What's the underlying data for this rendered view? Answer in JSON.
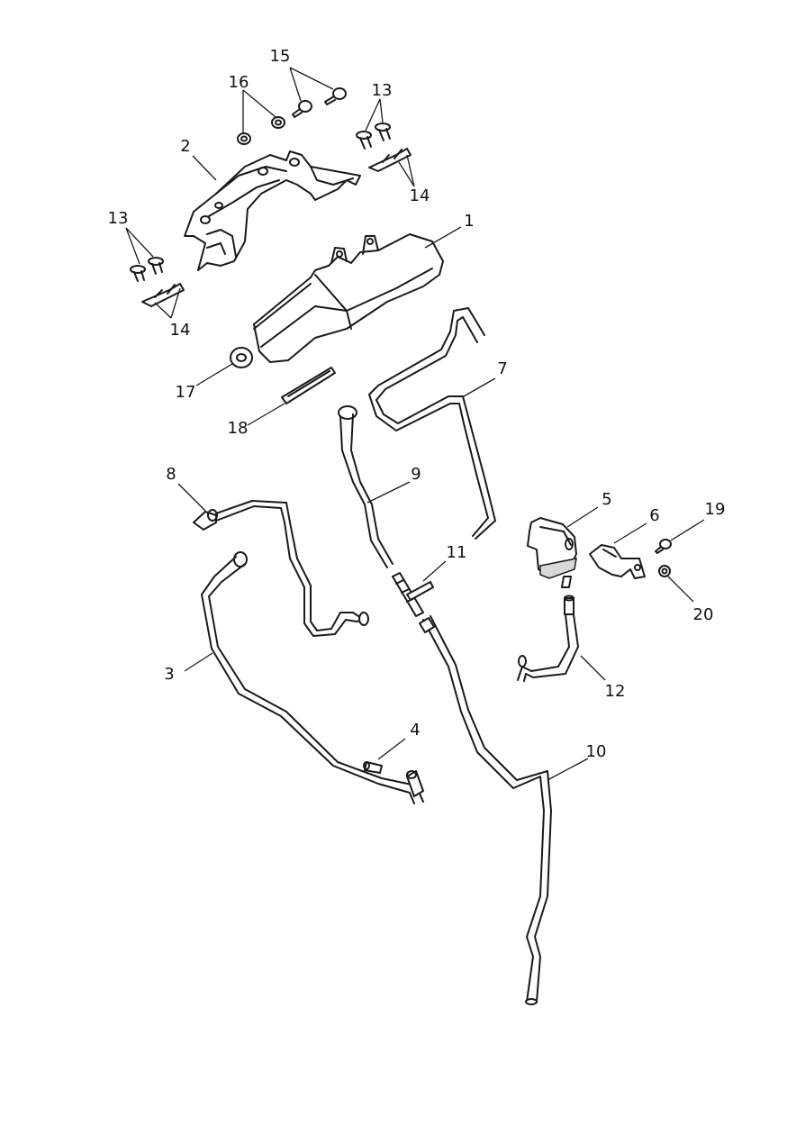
{
  "callouts": {
    "c1": "1",
    "c2": "2",
    "c3": "3",
    "c4": "4",
    "c5": "5",
    "c6": "6",
    "c7": "7",
    "c8": "8",
    "c9": "9",
    "c10": "10",
    "c11": "11",
    "c12": "12",
    "c13a": "13",
    "c13b": "13",
    "c14a": "14",
    "c14b": "14",
    "c15": "15",
    "c16": "16",
    "c17": "17",
    "c18": "18",
    "c19": "19",
    "c20": "20"
  },
  "style": {
    "line_color": "#1a1a1a",
    "background": "#ffffff"
  }
}
